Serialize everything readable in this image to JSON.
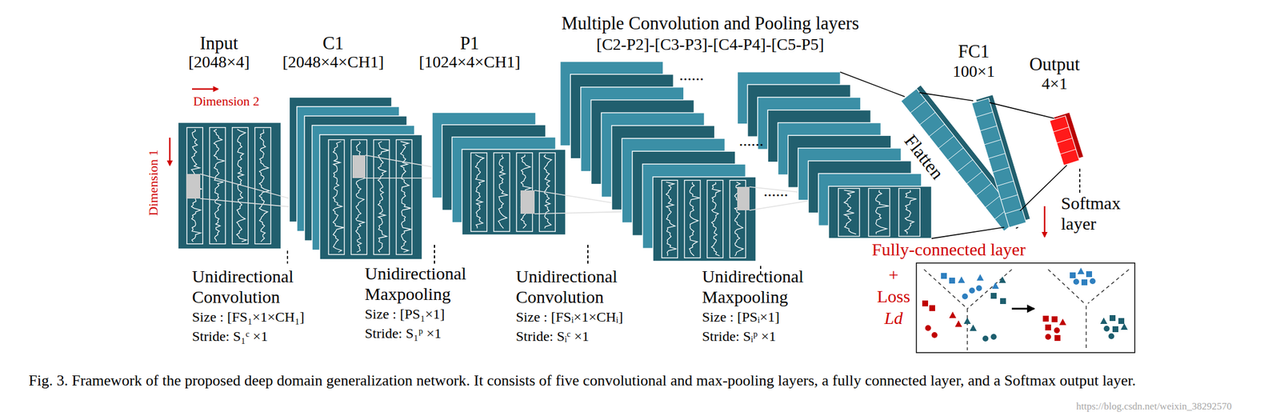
{
  "diagram": {
    "caption": "Fig. 3. Framework of the proposed deep domain generalization network. It consists of five convolutional and max-pooling layers, a fully connected layer, and a Softmax output layer.",
    "nodes": [
      {
        "text": [
          "Input",
          "[2048×4]"
        ]
      },
      {
        "text": [
          "C1",
          "[2048×4×CH1]"
        ]
      },
      {
        "text": [
          "P1",
          "[1024×4×CH1]"
        ]
      },
      {
        "text": [
          "Multiple Convolution and Pooling layers",
          "[C2-P2]-[C3-P3]-[C4-P4]-[C5-P5]"
        ]
      },
      {
        "text": [
          "Flatten"
        ]
      },
      {
        "text": [
          "FC1",
          "100×1"
        ]
      },
      {
        "text": [
          "Output",
          "4×1"
        ]
      }
    ],
    "edges": [
      {
        "from": 3,
        "to": 4,
        "arrow": "none"
      },
      {
        "from": 4,
        "to": 5,
        "arrow": "none"
      },
      {
        "from": 5,
        "to": 6,
        "arrow": "none"
      }
    ],
    "labels": [
      "Dimension 2",
      "Dimension 1",
      "......",
      "......",
      "......",
      "Unidirectional Convolution",
      "Size : [FS₁×1×CH₁]",
      "Stride: S₁ᶜ ×1",
      "Unidirectional Maxpooling",
      "Size : [PS₁×1]",
      "Stride: S₁ᵖ ×1",
      "Unidirectional Convolution",
      "Size : [FSᵢ×1×CHᵢ]",
      "Stride: Sᵢᶜ ×1",
      "Unidirectional Maxpooling",
      "Size : [PSᵢ×1]",
      "Stride: Sᵢᵖ ×1",
      "Softmax layer",
      "Fully-connected layer",
      "+",
      "Loss",
      "Ld",
      "https://blog.csdn.net/weixin_38292570"
    ]
  }
}
